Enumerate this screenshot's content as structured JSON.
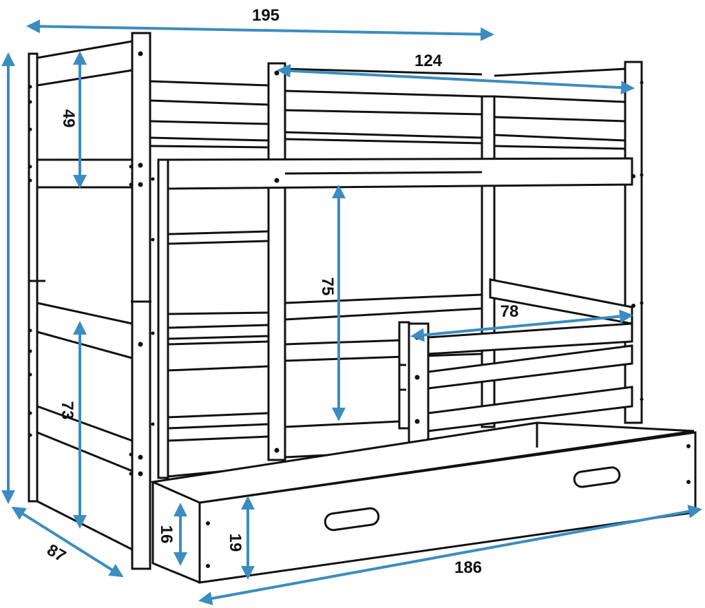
{
  "colors": {
    "frame": "#111111",
    "arrow": "#3b8dbf",
    "background": "#ffffff"
  },
  "dimensions": {
    "overall_length": "195",
    "overall_height": "",
    "depth": "87",
    "upper_bed_length": "124",
    "headboard_height": "49",
    "bed_gap_height": "75",
    "lower_bed_guard_length": "78",
    "lower_end_height": "73",
    "drawer_floor_gap": "16",
    "drawer_height": "19",
    "drawer_length": "186"
  }
}
